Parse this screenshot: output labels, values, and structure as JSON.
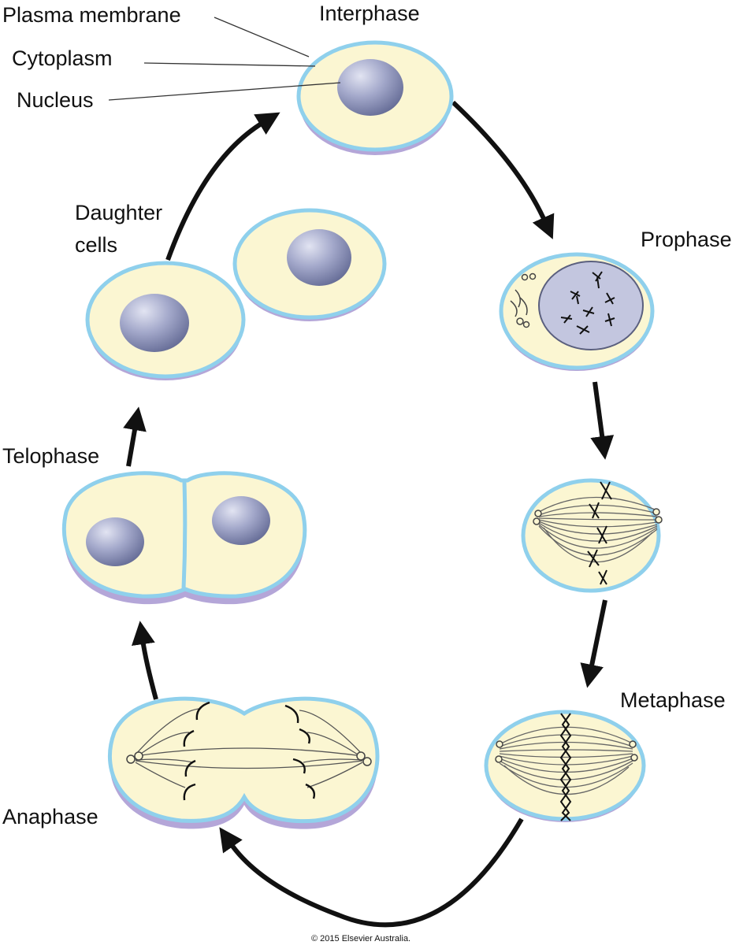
{
  "labels": {
    "plasma_membrane": "Plasma membrane",
    "cytoplasm": "Cytoplasm",
    "nucleus": "Nucleus",
    "interphase": "Interphase",
    "prophase": "Prophase",
    "metaphase": "Metaphase",
    "anaphase": "Anaphase",
    "telophase": "Telophase",
    "daughter_line1": "Daughter",
    "daughter_line2": "cells",
    "copyright": "© 2015 Elsevier Australia."
  },
  "colors": {
    "cytoplasm": "#fbf6d2",
    "membrane": "#8fd0ec",
    "shadow": "#b4a6d8",
    "nucleus": "#8c93b8",
    "prophase_nucleus": "#c3c6df",
    "arrow": "#111111"
  }
}
